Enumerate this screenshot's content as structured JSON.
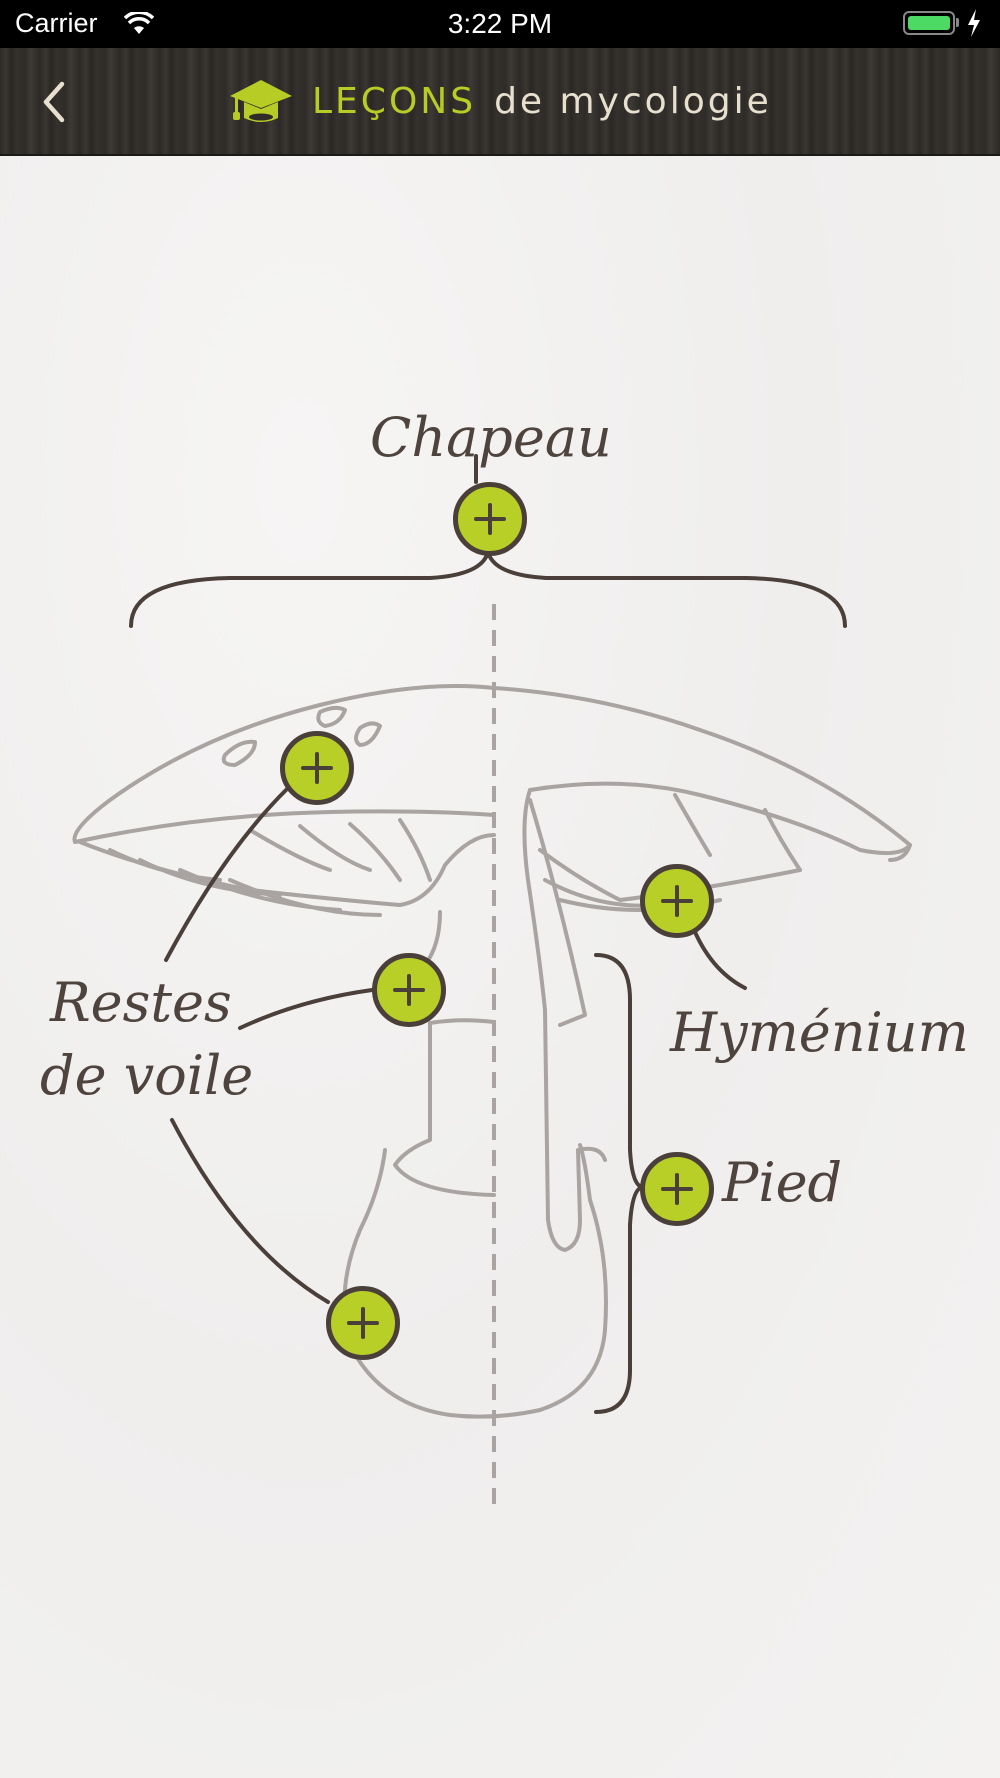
{
  "status_bar": {
    "carrier": "Carrier",
    "time": "3:22 PM",
    "battery_color": "#4cd964"
  },
  "nav": {
    "back_icon": "chevron-left-icon",
    "logo_icon": "graduation-cap-icon",
    "title_strong": "LEÇONS",
    "title_rest": "de mycologie",
    "accent_color": "#b8cc26"
  },
  "diagram": {
    "labels": {
      "chapeau": "Chapeau",
      "restes_line1": "Restes",
      "restes_line2": "de voile",
      "hymenium": "Hyménium",
      "pied": "Pied"
    },
    "buttons": [
      {
        "name": "chapeau",
        "icon": "plus-icon"
      },
      {
        "name": "restes-de-voile-cap",
        "icon": "plus-icon"
      },
      {
        "name": "restes-de-voile-ring",
        "icon": "plus-icon"
      },
      {
        "name": "restes-de-voile-volva",
        "icon": "plus-icon"
      },
      {
        "name": "hymenium",
        "icon": "plus-icon"
      },
      {
        "name": "pied",
        "icon": "plus-icon"
      }
    ],
    "button_color": "#b8cf28",
    "line_color": "#4a3f39",
    "sketch_color": "#a9a4a1"
  }
}
